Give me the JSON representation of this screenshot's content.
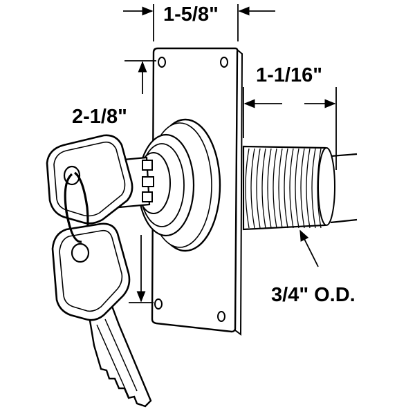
{
  "dimensions": {
    "plate_width": "1-5/8\"",
    "shaft_length": "1-1/16\"",
    "hole_spacing": "2-1/8\"",
    "shaft_diameter": "3/4\" O.D."
  },
  "colors": {
    "ink": "#000000",
    "paper": "#ffffff"
  }
}
